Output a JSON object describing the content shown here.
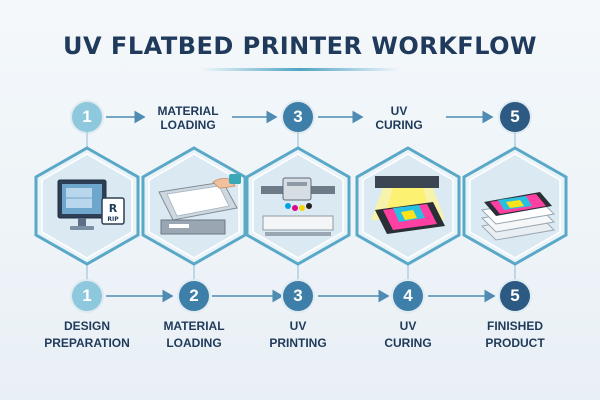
{
  "title": "UV FLATBED PRINTER WORKFLOW",
  "colors": {
    "navy": "#1f3a5a",
    "accent": "#4fa4c4",
    "circle_light": "#8ec8dc",
    "circle_dark": "#3d7fa8",
    "arrow": "#4f8bb3"
  },
  "top_row": [
    {
      "number": "1"
    },
    {
      "label_line1": "MATERIAL",
      "label_line2": "LOADING"
    },
    {
      "number": "3"
    },
    {
      "label_line1": "UV",
      "label_line2": "CURING"
    },
    {
      "number": "5"
    }
  ],
  "steps": [
    {
      "number": "1",
      "label_line1": "DESIGN",
      "label_line2": "PREPARATION",
      "icon": "computer-rip-icon",
      "icon_text": "RIP"
    },
    {
      "number": "2",
      "label_line1": "MATERIAL",
      "label_line2": "LOADING",
      "icon": "loading-material-icon"
    },
    {
      "number": "3",
      "label_line1": "UV",
      "label_line2": "PRINTING",
      "icon": "uv-printhead-icon"
    },
    {
      "number": "4",
      "label_line1": "UV",
      "label_line2": "CURING",
      "icon": "uv-curing-lamp-icon"
    },
    {
      "number": "5",
      "label_line1": "FINISHED",
      "label_line2": "PRODUCT",
      "icon": "printed-stack-icon"
    }
  ]
}
